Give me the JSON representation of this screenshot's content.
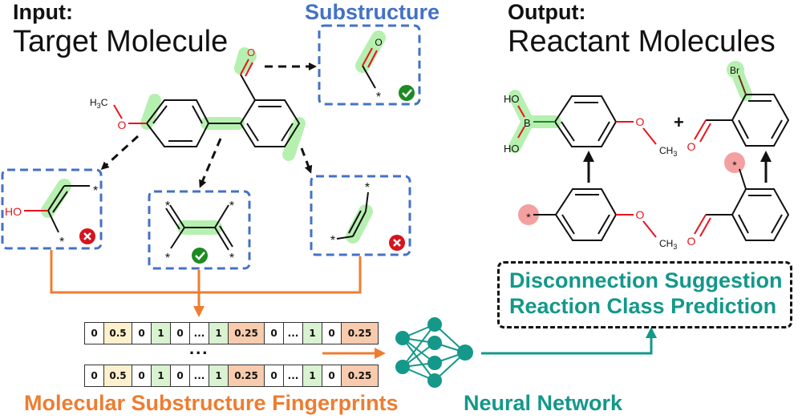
{
  "input": {
    "label": "Input:",
    "title": "Target Molecule"
  },
  "output": {
    "label": "Output:",
    "title": "Reactant Molecules"
  },
  "substructure": {
    "title": "Substructure"
  },
  "fingerprints": {
    "title": "Molecular Substructure Fingerprints",
    "ellipsis": "...",
    "rows": [
      [
        "0",
        "0.5",
        "0",
        "1",
        "0",
        "...",
        "1",
        "0.25",
        "0",
        "...",
        "1",
        "0",
        "0.25"
      ],
      [
        "0",
        "0.5",
        "0",
        "1",
        "0",
        "...",
        "1",
        "0.25",
        "0",
        "...",
        "1",
        "0",
        "0.25"
      ]
    ],
    "cell_colors": [
      "#ffffff",
      "#fdf0cd",
      "#ffffff",
      "#d9f2d0",
      "#ffffff",
      "#ffffff",
      "#d9f2d0",
      "#f8cbad",
      "#ffffff",
      "#ffffff",
      "#d9f2d0",
      "#ffffff",
      "#f8cbad"
    ]
  },
  "neural_network": {
    "title": "Neural Network"
  },
  "outputs_box": {
    "line1": "Disconnection Suggestion",
    "line2": "Reaction Class Prediction"
  },
  "molecule_labels": {
    "h3c": "H3C",
    "o": "O",
    "ho": "HO",
    "b": "B",
    "ch3": "CH3",
    "br": "Br",
    "star": "*",
    "plus": "+"
  },
  "substructure_matches": [
    {
      "id": "aldehyde",
      "status": "match"
    },
    {
      "id": "enol",
      "status": "no-match"
    },
    {
      "id": "diene",
      "status": "match"
    },
    {
      "id": "alkene",
      "status": "no-match"
    }
  ],
  "colors": {
    "blue": "#4472c4",
    "orange": "#ed7d31",
    "teal": "#13988a",
    "highlight_green": "#b6f0b0",
    "highlight_red": "#f4a0a0",
    "check_green": "#1e8a24",
    "cross_red": "#d4141e",
    "oxygen_red": "#e8141e"
  }
}
